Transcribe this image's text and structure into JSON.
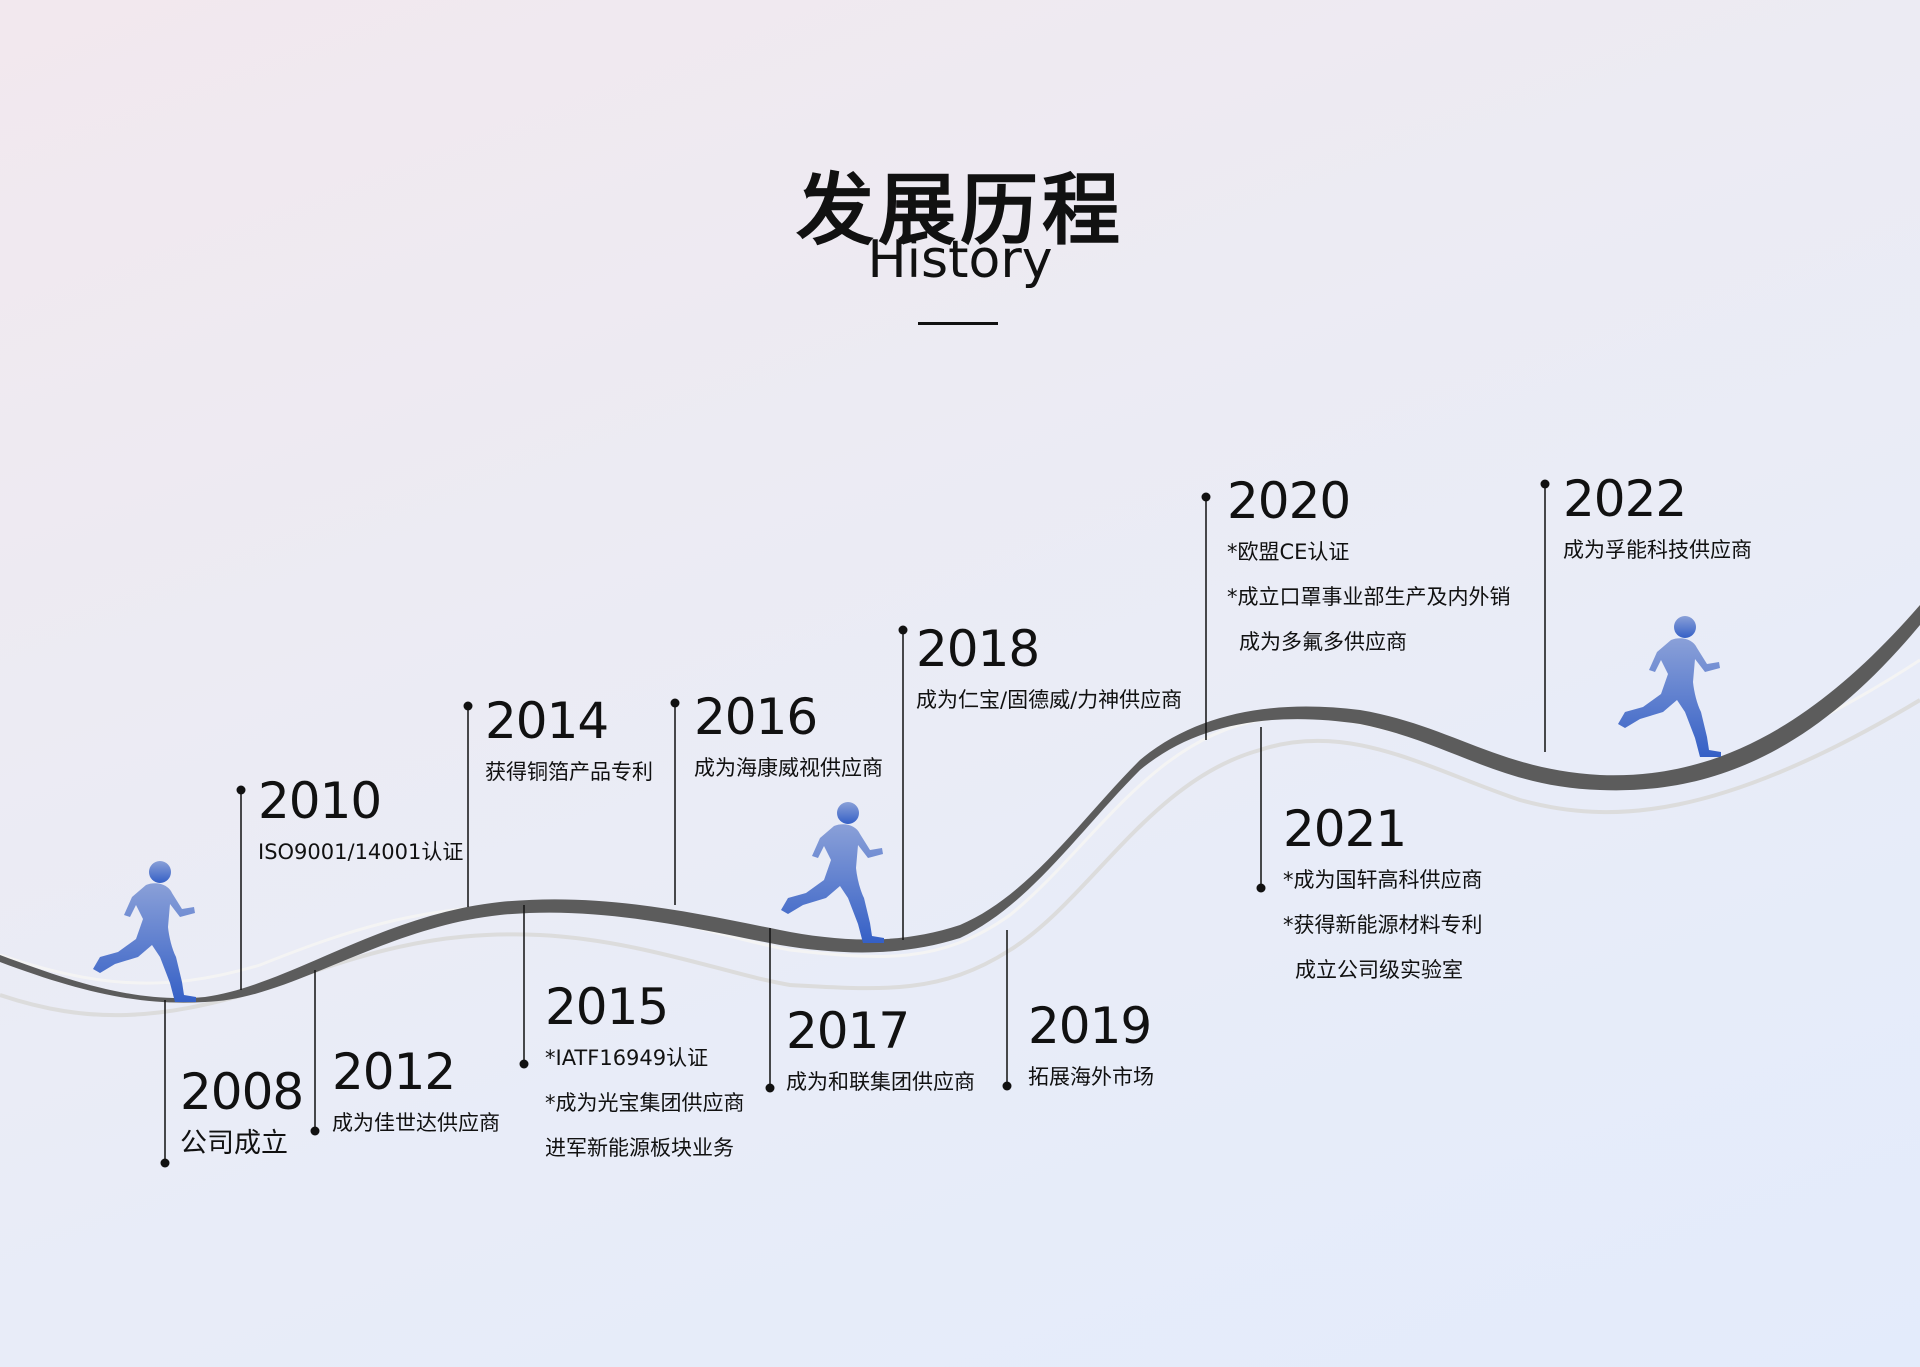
{
  "title": {
    "cn": "发展历程",
    "en": "History"
  },
  "colors": {
    "road": "#5c5c5c",
    "runner_top": "#7f96d4",
    "runner_bottom": "#3560c6",
    "text": "#111111"
  },
  "icons": [
    "runner-icon"
  ],
  "milestones": [
    {
      "year": "2008",
      "lines": [
        "公司成立"
      ]
    },
    {
      "year": "2010",
      "lines": [
        "ISO9001/14001认证"
      ]
    },
    {
      "year": "2012",
      "lines": [
        "成为佳世达供应商"
      ]
    },
    {
      "year": "2014",
      "lines": [
        "获得铜箔产品专利"
      ]
    },
    {
      "year": "2015",
      "lines": [
        "*IATF16949认证",
        "*成为光宝集团供应商",
        "进军新能源板块业务"
      ]
    },
    {
      "year": "2016",
      "lines": [
        "成为海康威视供应商"
      ]
    },
    {
      "year": "2017",
      "lines": [
        "成为和联集团供应商"
      ]
    },
    {
      "year": "2018",
      "lines": [
        "成为仁宝/固德威/力神供应商"
      ]
    },
    {
      "year": "2019",
      "lines": [
        "拓展海外市场"
      ]
    },
    {
      "year": "2020",
      "lines": [
        "*欧盟CE认证",
        "*成立口罩事业部生产及内外销",
        "成为多氟多供应商"
      ]
    },
    {
      "year": "2021",
      "lines": [
        "*成为国轩高科供应商",
        "*获得新能源材料专利",
        "成立公司级实验室"
      ]
    },
    {
      "year": "2022",
      "lines": [
        "成为孚能科技供应商"
      ]
    }
  ]
}
